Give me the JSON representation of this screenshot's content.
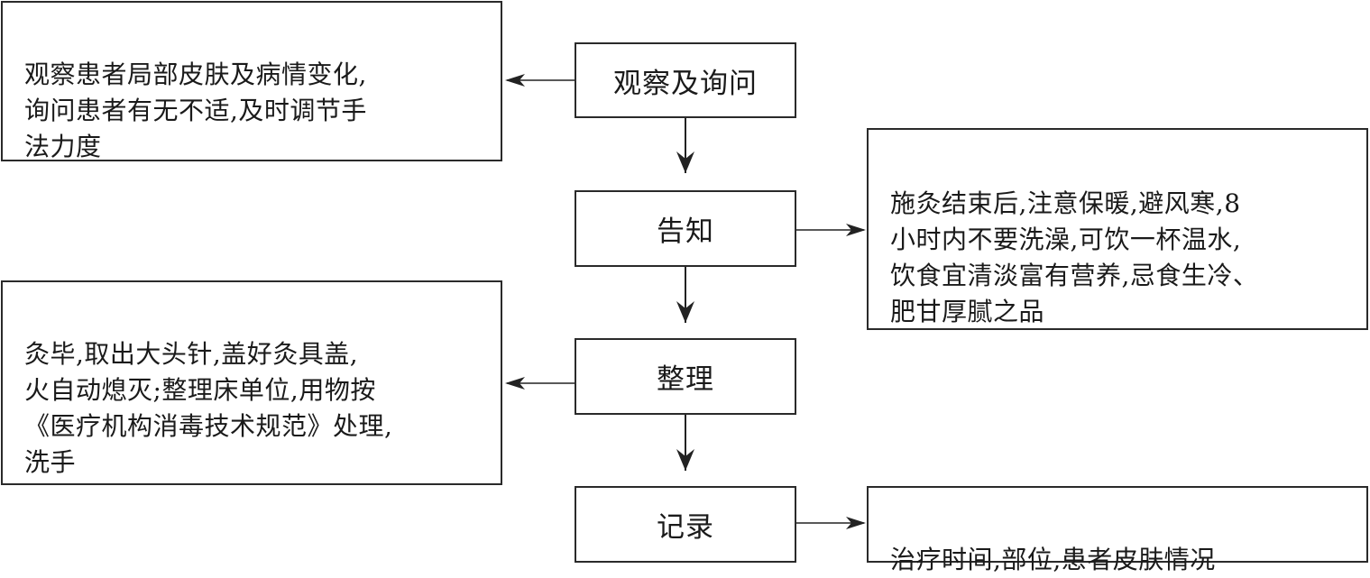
{
  "diagram": {
    "steps": [
      {
        "id": "observe",
        "label": "观察及询问"
      },
      {
        "id": "inform",
        "label": "告知"
      },
      {
        "id": "tidy",
        "label": "整理"
      },
      {
        "id": "record",
        "label": "记录"
      }
    ],
    "notes": {
      "observe": "观察患者局部皮肤及病情变化,\n询问患者有无不适,及时调节手\n法力度",
      "inform": "施灸结束后,注意保暖,避风寒,8\n小时内不要洗澡,可饮一杯温水,\n饮食宜清淡富有营养,忌食生冷、\n肥甘厚腻之品",
      "tidy": "灸毕,取出大头针,盖好灸具盖,\n火自动熄灭;整理床单位,用物按\n《医疗机构消毒技术规范》处理,\n洗手",
      "record": "治疗时间,部位,患者皮肤情况"
    },
    "edges": [
      {
        "from": "observe",
        "to": "inform",
        "type": "flow"
      },
      {
        "from": "inform",
        "to": "tidy",
        "type": "flow"
      },
      {
        "from": "tidy",
        "to": "record",
        "type": "flow"
      },
      {
        "from": "observe",
        "to": "note-observe",
        "direction": "left"
      },
      {
        "from": "inform",
        "to": "note-inform",
        "direction": "right"
      },
      {
        "from": "tidy",
        "to": "note-tidy",
        "direction": "left"
      },
      {
        "from": "record",
        "to": "note-record",
        "direction": "right"
      }
    ]
  }
}
